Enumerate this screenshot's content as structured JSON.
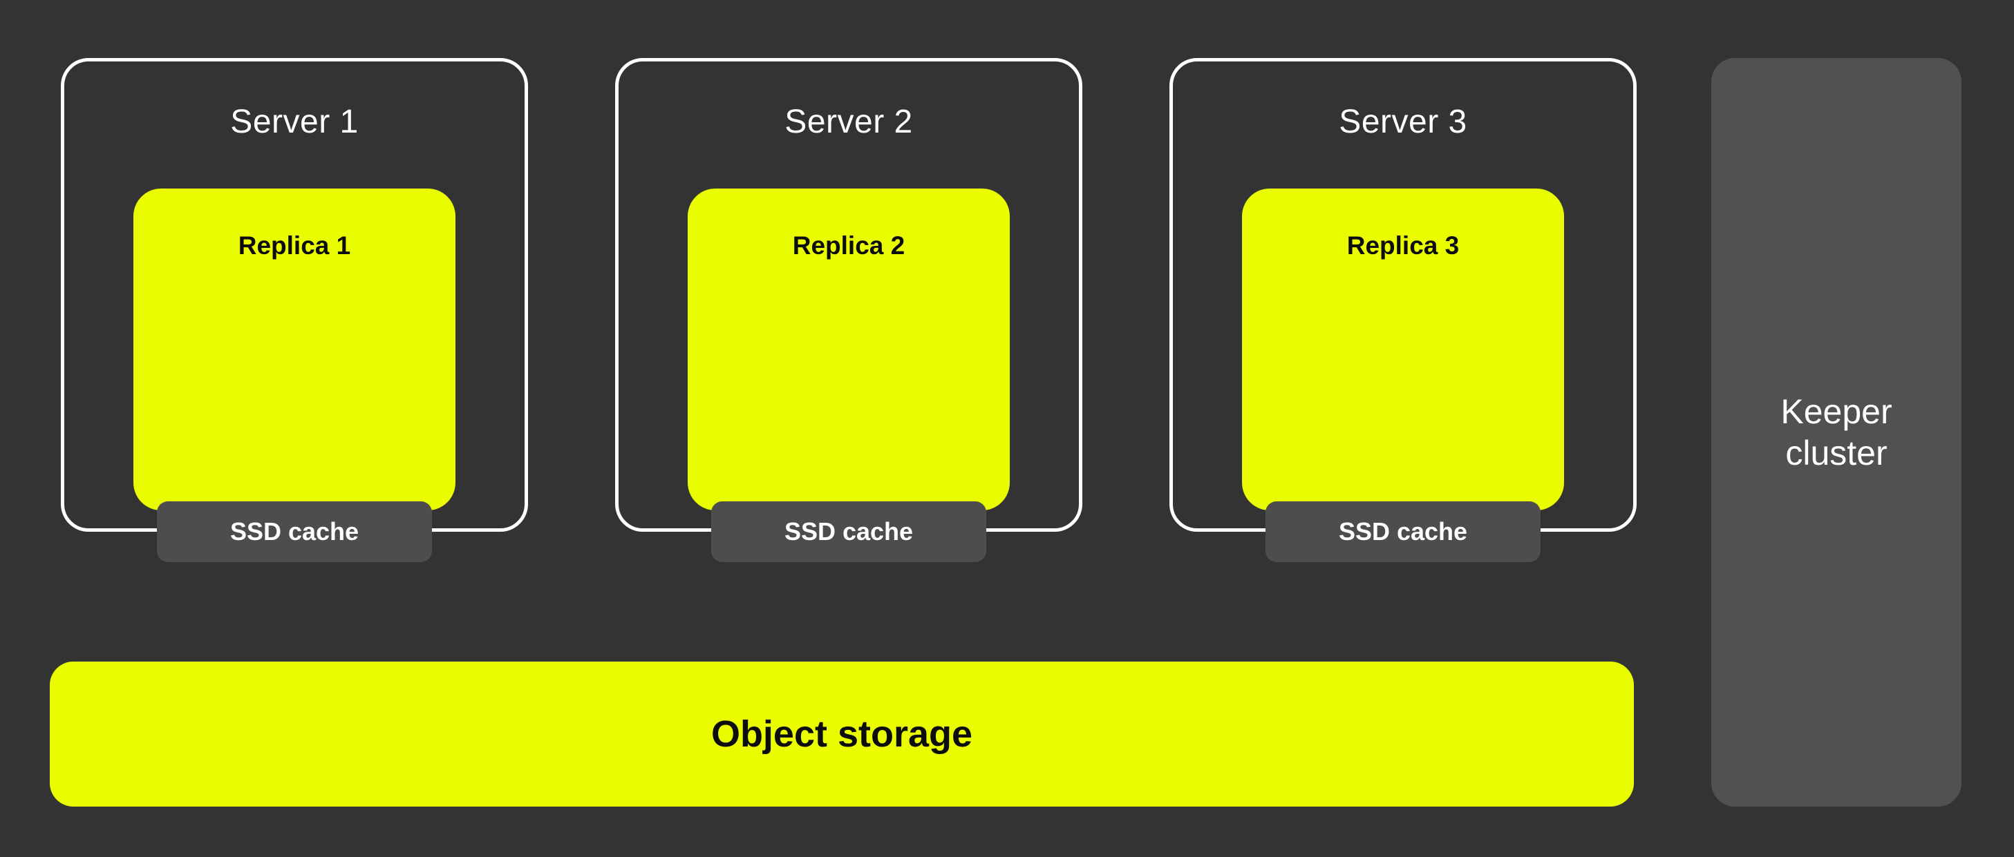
{
  "colors": {
    "bg": "#333333",
    "yellow": "#E9FC00",
    "badge_gray": "#4D4D4D",
    "keeper_gray": "#515151",
    "white": "#FFFFFF",
    "black": "#0D0D0D"
  },
  "servers": [
    {
      "title": "Server 1",
      "replica_label": "Replica 1",
      "cache_label": "SSD cache"
    },
    {
      "title": "Server 2",
      "replica_label": "Replica 2",
      "cache_label": "SSD cache"
    },
    {
      "title": "Server 3",
      "replica_label": "Replica 3",
      "cache_label": "SSD cache"
    }
  ],
  "object_storage": {
    "label": "Object storage"
  },
  "keeper": {
    "label_line1": "Keeper",
    "label_line2": "cluster"
  }
}
